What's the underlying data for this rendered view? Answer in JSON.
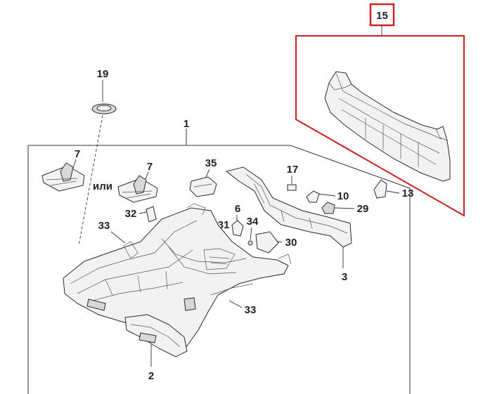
{
  "highlight_color": "#cc2222",
  "callouts": {
    "c15": "15",
    "c19": "19",
    "c1": "1",
    "c7a": "7",
    "c7b": "7",
    "ili": "или",
    "c35": "35",
    "c17": "17",
    "c10": "10",
    "c13": "13",
    "c32": "32",
    "c6": "6",
    "c29": "29",
    "c33a": "33",
    "c31": "31",
    "c34": "34",
    "c30": "30",
    "c3": "3",
    "c33b": "33",
    "c2": "2"
  }
}
